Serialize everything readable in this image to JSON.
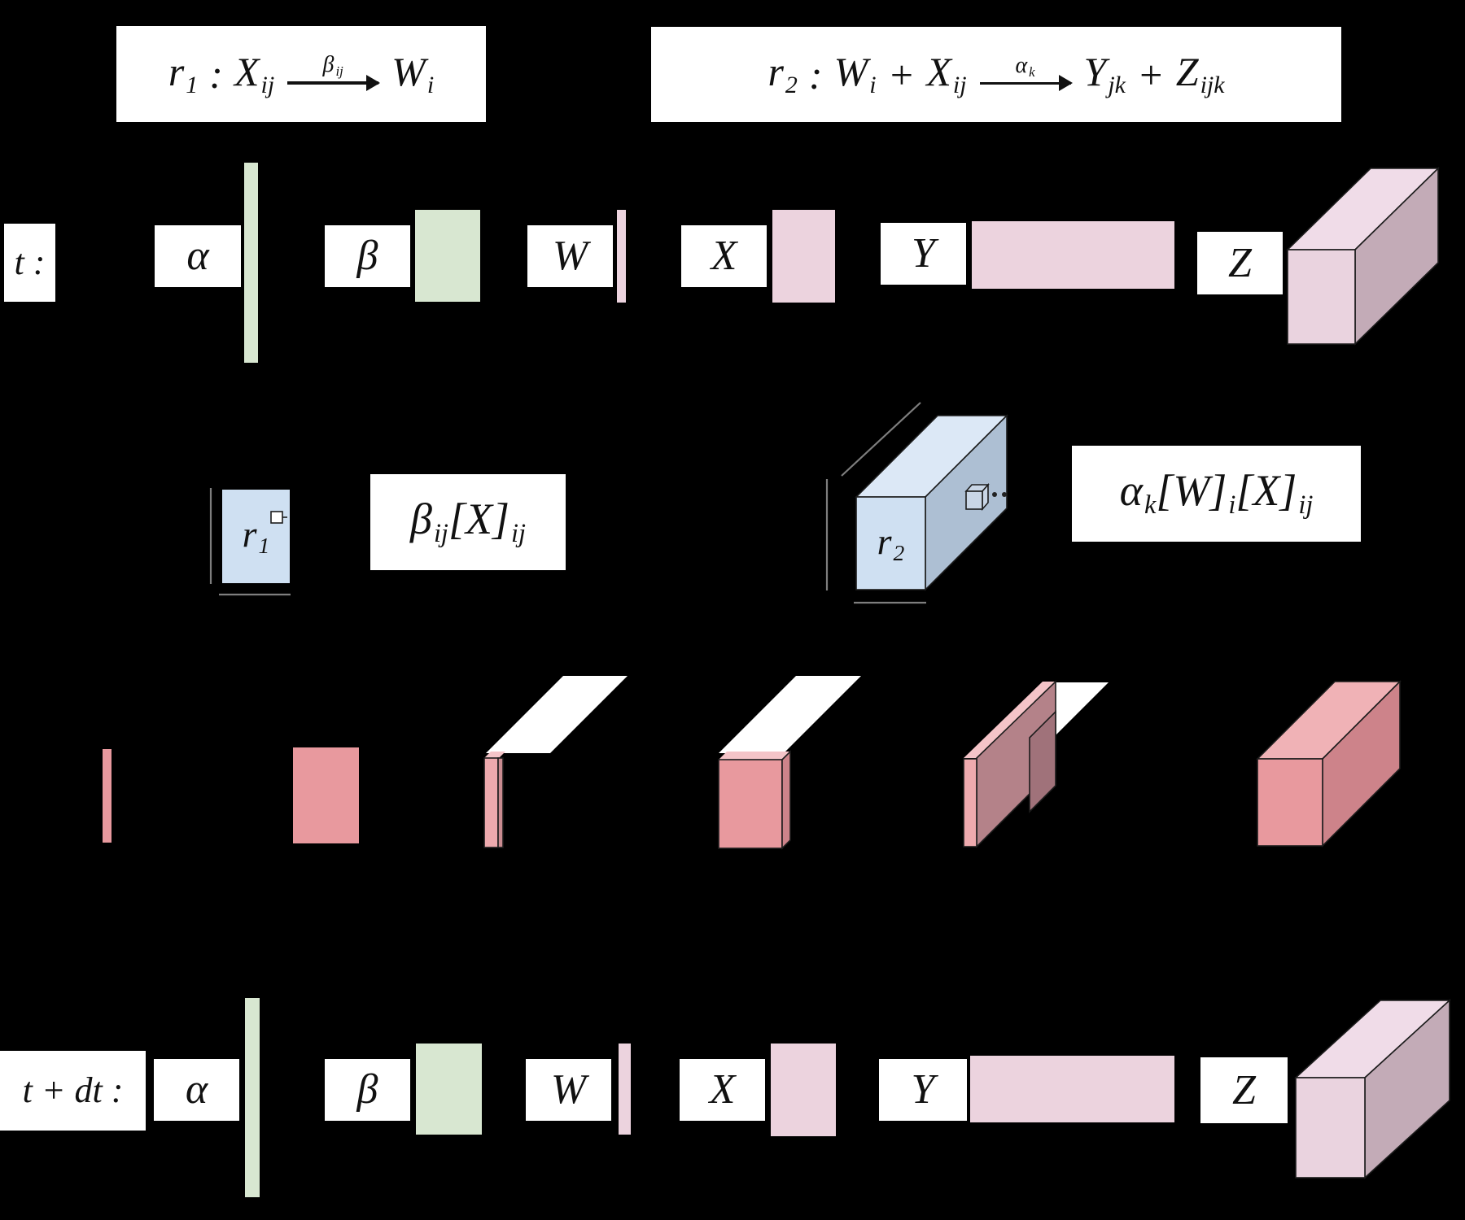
{
  "palette": {
    "background": "#000000",
    "green": "#d8e7d1",
    "pink": "#ecd3de",
    "pink_front": "#ead3df",
    "pink_top": "#f0dce8",
    "pink_side": "#c3abb7",
    "blue": "#cfe0f2",
    "blue_top": "#dce8f6",
    "blue_side": "#adbfd3",
    "blue_cube": "#c9d6e6",
    "red": "#e8999e",
    "red_top": "#f0b2b6",
    "red_side": "#cd838a",
    "red_bar": "#eeaaae",
    "red_bar_side": "#c98b90",
    "mauve": "#b48289",
    "mauve_dark": "#a0727a",
    "pale_band": "#f4c4c8",
    "frame_line": "#7e7e7e"
  },
  "rules": {
    "r1": [
      {
        "m": "r",
        "s": "1"
      },
      {
        "m": ":",
        "op": true
      },
      {
        "m": "X",
        "s": "ij"
      },
      {
        "arrow": [
          {
            "m": "β",
            "s": "ij"
          }
        ]
      },
      {
        "m": "W",
        "s": "i"
      }
    ],
    "r2": [
      {
        "m": "r",
        "s": "2"
      },
      {
        "m": ":",
        "op": true
      },
      {
        "m": "W",
        "s": "i"
      },
      {
        "m": "+",
        "op": true
      },
      {
        "m": "X",
        "s": "ij"
      },
      {
        "arrow": [
          {
            "m": "α",
            "s": "k"
          }
        ]
      },
      {
        "m": "Y",
        "s": "jk"
      },
      {
        "m": "+",
        "op": true
      },
      {
        "m": "Z",
        "s": "ijk"
      }
    ]
  },
  "propensity": {
    "r1_label": [
      {
        "m": "r",
        "s": "1"
      }
    ],
    "r1_expr": [
      {
        "m": "β",
        "s": "ij"
      },
      {
        "m": "[X]",
        "s": "ij"
      }
    ],
    "r2_label": [
      {
        "m": "r",
        "s": "2"
      }
    ],
    "r2_expr": [
      {
        "m": "α",
        "s": "k"
      },
      {
        "m": "[W]",
        "s": "i"
      },
      {
        "m": "[X]",
        "s": "ij"
      }
    ]
  },
  "rows": {
    "t": {
      "time": "t :",
      "labels": {
        "alpha": "α",
        "beta": "β",
        "w": "W",
        "x": "X",
        "y": "Y",
        "z": "Z"
      }
    },
    "t_dt": {
      "time": "t + dt :",
      "labels": {
        "alpha": "α",
        "beta": "β",
        "w": "W",
        "x": "X",
        "y": "Y",
        "z": "Z"
      }
    }
  }
}
